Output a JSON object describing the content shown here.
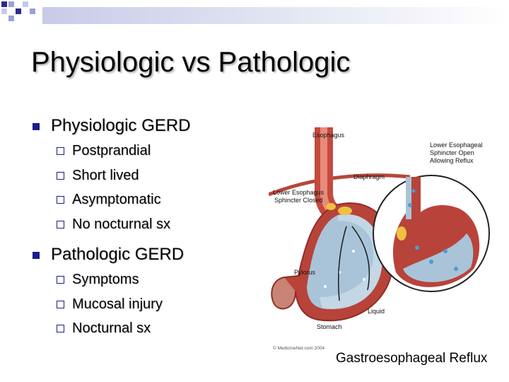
{
  "slide": {
    "title": "Physiologic vs Pathologic",
    "sections": [
      {
        "heading": "Physiologic GERD",
        "items": [
          "Postprandial",
          "Short lived",
          "Asymptomatic",
          "No nocturnal sx"
        ]
      },
      {
        "heading": "Pathologic GERD",
        "items": [
          "Symptoms",
          "Mucosal injury",
          "Nocturnal sx"
        ]
      }
    ]
  },
  "figure": {
    "labels": {
      "esophagus": "Esophagus",
      "diaphragm": "Diaphragm",
      "les_closed_1": "Lower Esophagus",
      "les_closed_2": "Sphincter Closed",
      "les_open_1": "Lower Esophageal",
      "les_open_2": "Sphincter Open",
      "les_open_3": "Allowing Reflux",
      "pylorus": "Pylorus",
      "liquid": "Liquid",
      "stomach": "Stomach"
    },
    "credit": "© MedicineNet.com 2004",
    "caption": "Gastroesophageal Reflux"
  },
  "colors": {
    "bullet": "#1c1c8c",
    "accent": "#2b2b8f"
  }
}
